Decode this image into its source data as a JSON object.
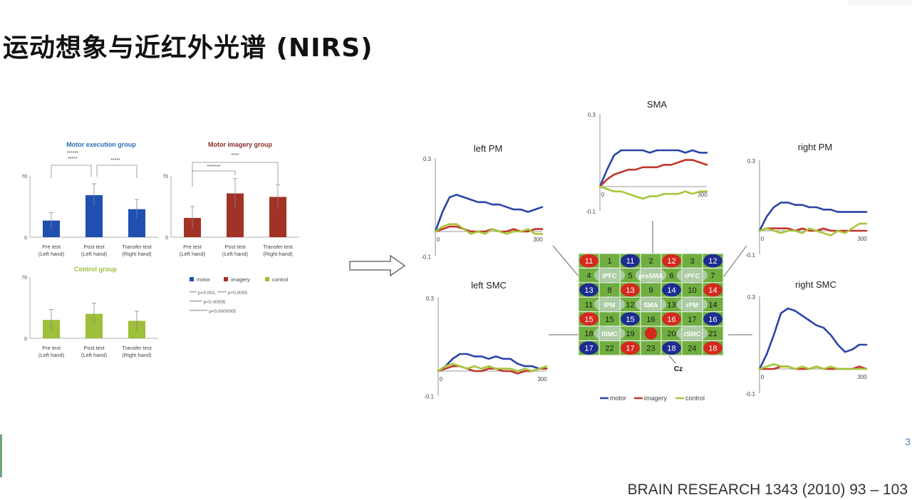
{
  "title": "运动想象与近红外光谱 (NIRS)",
  "citation": "BRAIN RESEARCH 1343 (2010) 93 – 103",
  "edge_mark": "3",
  "colors": {
    "motor_bar": "#1f4fb0",
    "imagery_bar": "#a23226",
    "control_bar": "#9dbf3a",
    "motor_line": "#2a45a8",
    "imagery_line": "#c0362a",
    "control_line": "#a5c63a",
    "grid_green": "#6fae3f"
  },
  "chart_data": [
    {
      "type": "bar",
      "title": "Motor execution group",
      "color": "#1f4fb0",
      "categories": [
        [
          "Pre test",
          "(Left hand)"
        ],
        [
          "Post test",
          "(Left hand)"
        ],
        [
          "Transfer test",
          "(Right hand)"
        ]
      ],
      "values": [
        19,
        48,
        32
      ],
      "errors": [
        9,
        13,
        11
      ],
      "ylim": [
        0,
        70
      ],
      "yticks": [
        0,
        70
      ],
      "significance": [
        [
          "******",
          "*****"
        ],
        [
          "*****"
        ]
      ]
    },
    {
      "type": "bar",
      "title": "Motor imagery group",
      "color": "#a23226",
      "categories": [
        [
          "Pre test",
          "(Left hand)"
        ],
        [
          "Post test",
          "(Left hand)"
        ],
        [
          "Transfer test",
          "(Right hand)"
        ]
      ],
      "values": [
        22,
        50,
        46
      ],
      "errors": [
        13,
        17,
        14
      ],
      "ylim": [
        0,
        70
      ],
      "yticks": [
        0,
        70
      ],
      "significance": [
        [
          "*******"
        ],
        [
          "****"
        ]
      ]
    },
    {
      "type": "bar",
      "title": "Control group",
      "color": "#9dbf3a",
      "categories": [
        [
          "Pre test",
          "(Left hand)"
        ],
        [
          "Post test",
          "(Left hand)"
        ],
        [
          "Transfer test",
          "(Right hand)"
        ]
      ],
      "values": [
        21,
        28,
        20
      ],
      "errors": [
        12,
        12,
        11
      ],
      "ylim": [
        0,
        70
      ],
      "yticks": [
        0,
        70
      ],
      "significance": []
    },
    {
      "type": "line",
      "title": "left PM",
      "xlim": [
        0,
        300
      ],
      "ylim": [
        -0.1,
        0.3
      ],
      "xticks": [
        "0",
        "300"
      ],
      "yticks": [
        "0.3",
        "-0.1"
      ],
      "x": [
        0,
        20,
        40,
        60,
        80,
        100,
        120,
        140,
        160,
        180,
        200,
        220,
        240,
        260,
        280,
        300
      ],
      "series": [
        {
          "name": "motor",
          "values": [
            0.0,
            0.08,
            0.14,
            0.15,
            0.14,
            0.13,
            0.12,
            0.12,
            0.11,
            0.11,
            0.1,
            0.09,
            0.09,
            0.08,
            0.09,
            0.1
          ]
        },
        {
          "name": "imagery",
          "values": [
            0.0,
            0.01,
            0.02,
            0.02,
            0.01,
            0.0,
            0.0,
            0.0,
            0.01,
            0.0,
            0.0,
            0.01,
            0.0,
            0.0,
            0.01,
            0.01
          ]
        },
        {
          "name": "control",
          "values": [
            0.0,
            0.02,
            0.03,
            0.03,
            0.01,
            -0.01,
            0.0,
            -0.01,
            0.01,
            0.0,
            -0.01,
            0.0,
            0.0,
            0.01,
            -0.01,
            -0.01
          ]
        }
      ]
    },
    {
      "type": "line",
      "title": "SMA",
      "xlim": [
        0,
        300
      ],
      "ylim": [
        -0.1,
        0.3
      ],
      "xticks": [
        "0",
        "300"
      ],
      "yticks": [
        "0.3",
        "-0.1"
      ],
      "x": [
        0,
        20,
        40,
        60,
        80,
        100,
        120,
        140,
        160,
        180,
        200,
        220,
        240,
        260,
        280,
        300
      ],
      "series": [
        {
          "name": "motor",
          "values": [
            0.0,
            0.07,
            0.13,
            0.15,
            0.15,
            0.15,
            0.15,
            0.14,
            0.15,
            0.15,
            0.15,
            0.15,
            0.14,
            0.15,
            0.14,
            0.14
          ]
        },
        {
          "name": "imagery",
          "values": [
            0.0,
            0.03,
            0.05,
            0.06,
            0.07,
            0.07,
            0.08,
            0.08,
            0.08,
            0.09,
            0.09,
            0.1,
            0.11,
            0.11,
            0.1,
            0.09
          ]
        },
        {
          "name": "control",
          "values": [
            0.0,
            -0.01,
            -0.02,
            -0.02,
            -0.03,
            -0.04,
            -0.05,
            -0.04,
            -0.04,
            -0.03,
            -0.03,
            -0.03,
            -0.02,
            -0.03,
            -0.02,
            -0.02
          ]
        }
      ]
    },
    {
      "type": "line",
      "title": "right PM",
      "xlim": [
        0,
        300
      ],
      "ylim": [
        -0.1,
        0.3
      ],
      "xticks": [
        "0",
        "300"
      ],
      "yticks": [
        "0.3",
        "-0.1"
      ],
      "x": [
        0,
        20,
        40,
        60,
        80,
        100,
        120,
        140,
        160,
        180,
        200,
        220,
        240,
        260,
        280,
        300
      ],
      "series": [
        {
          "name": "motor",
          "values": [
            0.0,
            0.06,
            0.1,
            0.12,
            0.12,
            0.11,
            0.11,
            0.1,
            0.1,
            0.09,
            0.09,
            0.08,
            0.08,
            0.08,
            0.08,
            0.08
          ]
        },
        {
          "name": "imagery",
          "values": [
            0.0,
            0.01,
            0.01,
            0.01,
            0.01,
            0.0,
            0.01,
            0.0,
            0.0,
            0.01,
            0.0,
            0.0,
            0.0,
            0.0,
            0.0,
            0.0
          ]
        },
        {
          "name": "control",
          "values": [
            0.0,
            0.01,
            0.0,
            -0.01,
            0.0,
            0.0,
            -0.01,
            0.01,
            0.0,
            -0.01,
            -0.02,
            0.0,
            -0.01,
            0.01,
            0.03,
            0.03
          ]
        }
      ]
    },
    {
      "type": "line",
      "title": "left SMC",
      "xlim": [
        0,
        300
      ],
      "ylim": [
        -0.1,
        0.3
      ],
      "xticks": [
        "0",
        "300"
      ],
      "yticks": [
        "0.3",
        "-0.1"
      ],
      "x": [
        0,
        20,
        40,
        60,
        80,
        100,
        120,
        140,
        160,
        180,
        200,
        220,
        240,
        260,
        280,
        300
      ],
      "series": [
        {
          "name": "motor",
          "values": [
            0.0,
            0.02,
            0.05,
            0.07,
            0.07,
            0.06,
            0.06,
            0.05,
            0.06,
            0.05,
            0.05,
            0.03,
            0.02,
            0.02,
            0.01,
            0.01
          ]
        },
        {
          "name": "imagery",
          "values": [
            0.0,
            0.01,
            0.02,
            0.02,
            0.01,
            0.0,
            0.0,
            0.01,
            0.01,
            0.0,
            0.0,
            -0.01,
            0.0,
            0.0,
            0.01,
            0.01
          ]
        },
        {
          "name": "control",
          "values": [
            0.0,
            0.02,
            0.03,
            0.02,
            0.01,
            0.02,
            0.01,
            0.02,
            0.01,
            0.01,
            0.01,
            0.0,
            0.01,
            0.0,
            0.01,
            0.02
          ]
        }
      ]
    },
    {
      "type": "line",
      "title": "right SMC",
      "xlim": [
        0,
        300
      ],
      "ylim": [
        -0.1,
        0.3
      ],
      "xticks": [
        "0",
        "300"
      ],
      "yticks": [
        "0.3",
        "-0.1"
      ],
      "x": [
        0,
        20,
        40,
        60,
        80,
        100,
        120,
        140,
        160,
        180,
        200,
        220,
        240,
        260,
        280,
        300
      ],
      "series": [
        {
          "name": "motor",
          "values": [
            0.0,
            0.06,
            0.14,
            0.23,
            0.25,
            0.24,
            0.22,
            0.2,
            0.18,
            0.17,
            0.14,
            0.1,
            0.07,
            0.08,
            0.1,
            0.1
          ]
        },
        {
          "name": "imagery",
          "values": [
            0.0,
            0.0,
            0.0,
            0.01,
            0.01,
            0.0,
            0.0,
            0.0,
            0.01,
            0.0,
            0.0,
            0.0,
            0.0,
            0.0,
            0.01,
            0.0
          ]
        },
        {
          "name": "control",
          "values": [
            0.0,
            0.01,
            0.02,
            0.01,
            0.01,
            0.0,
            0.01,
            0.0,
            0.01,
            0.0,
            0.01,
            0.0,
            0.0,
            0.0,
            0.0,
            0.0
          ]
        }
      ]
    }
  ],
  "bar_legend": {
    "items": [
      "motor",
      "imagery",
      "control"
    ]
  },
  "pvalue_notes": [
    "**** p<0.001, ***** p<0.0005",
    "******* p<0.00005",
    "********** p<0.0000005"
  ],
  "line_legend": {
    "items": [
      "motor",
      "imagery",
      "control"
    ]
  },
  "channel_grid": {
    "rows": [
      [
        {
          "t": "11",
          "k": "r"
        },
        {
          "t": "1",
          "k": "g"
        },
        {
          "t": "11",
          "k": "b"
        },
        {
          "t": "2",
          "k": "g"
        },
        {
          "t": "12",
          "k": "r"
        },
        {
          "t": "3",
          "k": "g"
        },
        {
          "t": "12",
          "k": "b"
        }
      ],
      [
        {
          "t": "4",
          "k": "g"
        },
        {
          "t": "lPFC",
          "k": "g"
        },
        {
          "t": "5",
          "k": "g"
        },
        {
          "t": "preSMA",
          "k": "g"
        },
        {
          "t": "6",
          "k": "g"
        },
        {
          "t": "rPFC",
          "k": "g"
        },
        {
          "t": "7",
          "k": "g"
        }
      ],
      [
        {
          "t": "13",
          "k": "b"
        },
        {
          "t": "8",
          "k": "g"
        },
        {
          "t": "13",
          "k": "r"
        },
        {
          "t": "9",
          "k": "g"
        },
        {
          "t": "14",
          "k": "b"
        },
        {
          "t": "10",
          "k": "g"
        },
        {
          "t": "14",
          "k": "r"
        }
      ],
      [
        {
          "t": "11",
          "k": "g"
        },
        {
          "t": "lPM",
          "k": "g"
        },
        {
          "t": "12",
          "k": "g"
        },
        {
          "t": "SMA",
          "k": "g"
        },
        {
          "t": "13",
          "k": "g"
        },
        {
          "t": "rPM",
          "k": "g"
        },
        {
          "t": "14",
          "k": "g"
        }
      ],
      [
        {
          "t": "15",
          "k": "r"
        },
        {
          "t": "15",
          "k": "g"
        },
        {
          "t": "15",
          "k": "b"
        },
        {
          "t": "16",
          "k": "g"
        },
        {
          "t": "16",
          "k": "r"
        },
        {
          "t": "17",
          "k": "g"
        },
        {
          "t": "16",
          "k": "b"
        }
      ],
      [
        {
          "t": "18",
          "k": "g"
        },
        {
          "t": "lSMC",
          "k": "g"
        },
        {
          "t": "19",
          "k": "g"
        },
        {
          "t": "",
          "k": "c"
        },
        {
          "t": "20",
          "k": "g"
        },
        {
          "t": "rSMC",
          "k": "g"
        },
        {
          "t": "21",
          "k": "g"
        }
      ],
      [
        {
          "t": "17",
          "k": "b"
        },
        {
          "t": "22",
          "k": "g"
        },
        {
          "t": "17",
          "k": "r"
        },
        {
          "t": "23",
          "k": "g"
        },
        {
          "t": "18",
          "k": "b"
        },
        {
          "t": "24",
          "k": "g"
        },
        {
          "t": "18",
          "k": "r"
        }
      ]
    ],
    "cz_label": "Cz"
  }
}
